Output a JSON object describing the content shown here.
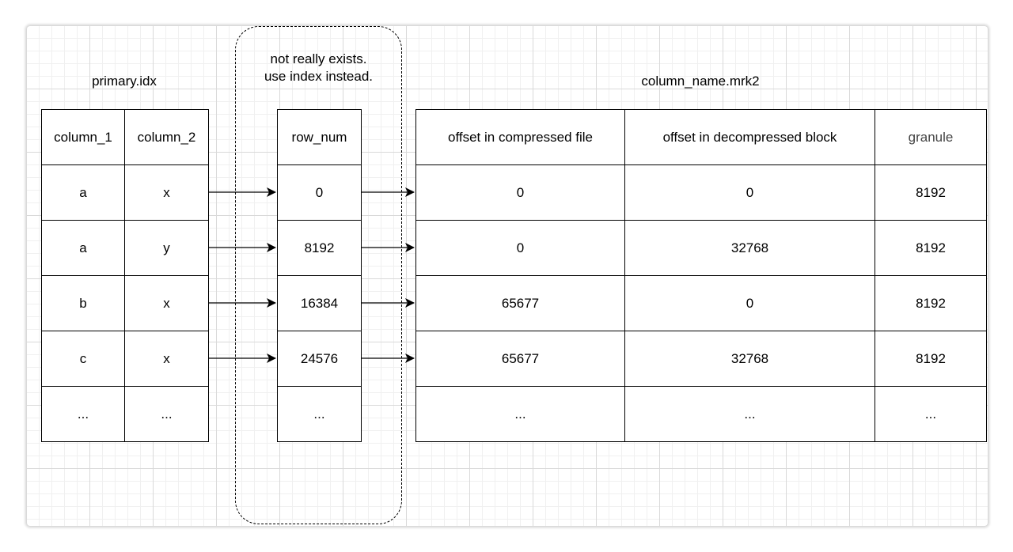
{
  "labels": {
    "primary_idx": "primary.idx",
    "note_line1": "not really exists.",
    "note_line2": "use index instead.",
    "mrk2": "column_name.mrk2"
  },
  "primary_table": {
    "headers": [
      "column_1",
      "column_2"
    ],
    "rows": [
      [
        "a",
        "x"
      ],
      [
        "a",
        "y"
      ],
      [
        "b",
        "x"
      ],
      [
        "c",
        "x"
      ],
      [
        "...",
        "..."
      ]
    ]
  },
  "row_num_table": {
    "header": "row_num",
    "rows": [
      "0",
      "8192",
      "16384",
      "24576",
      "..."
    ]
  },
  "mrk_table": {
    "headers": [
      "offset in compressed file",
      "offset in decompressed block",
      "granule"
    ],
    "rows": [
      [
        "0",
        "0",
        "8192"
      ],
      [
        "0",
        "32768",
        "8192"
      ],
      [
        "65677",
        "0",
        "8192"
      ],
      [
        "65677",
        "32768",
        "8192"
      ],
      [
        "...",
        "...",
        "..."
      ]
    ]
  },
  "colors": {
    "line": "#000000",
    "grid": "#d9d9d9",
    "background": "#ffffff"
  }
}
